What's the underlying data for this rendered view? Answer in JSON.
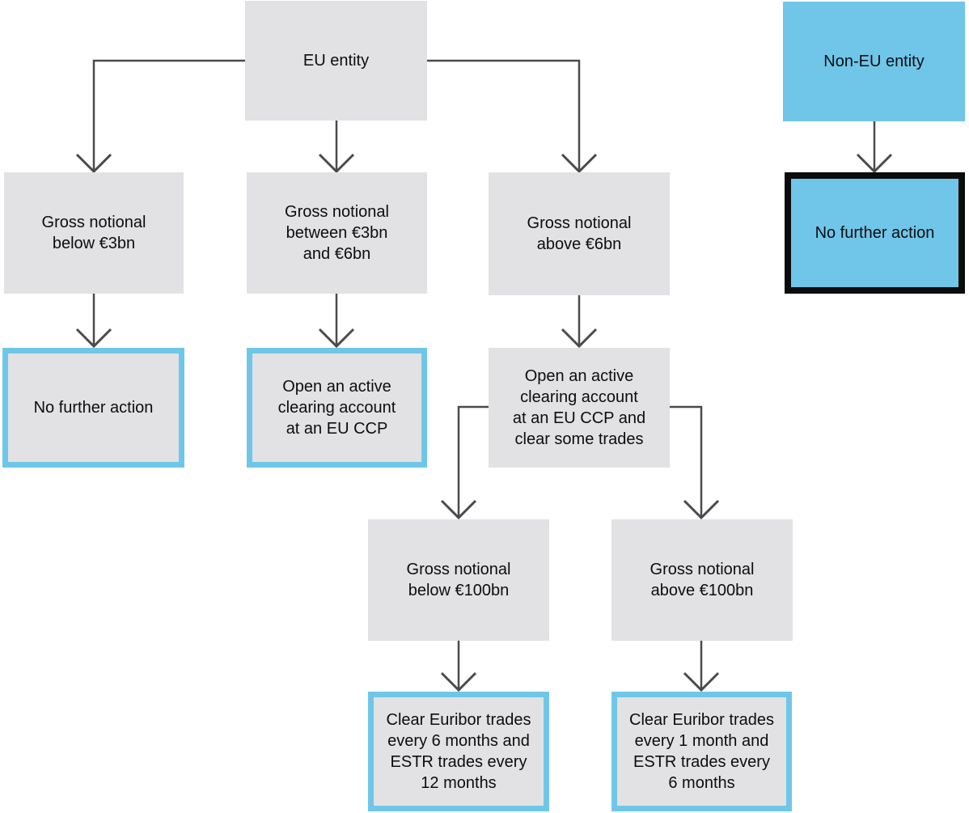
{
  "diagram": {
    "colors": {
      "box_gray": "#e2e2e4",
      "box_blue": "#6fc6e9",
      "highlight_border_blue": "#6fc6e9",
      "highlight_border_black": "#0c0c0c",
      "connector_line": "#4a4a4a",
      "text": "#0d0d0d",
      "background": "#ffffff"
    },
    "nodes": [
      {
        "id": "eu-entity",
        "label": "EU entity",
        "fill": "gray",
        "border": "none"
      },
      {
        "id": "non-eu-entity",
        "label": "Non-EU entity",
        "fill": "blue",
        "border": "none"
      },
      {
        "id": "gross-notional-below-3bn",
        "label": "Gross notional\nbelow €3bn",
        "fill": "gray",
        "border": "none"
      },
      {
        "id": "gross-notional-between-3bn-6bn",
        "label": "Gross notional\nbetween €3bn\nand €6bn",
        "fill": "gray",
        "border": "none"
      },
      {
        "id": "gross-notional-above-6bn",
        "label": "Gross notional\nabove €6bn",
        "fill": "gray",
        "border": "none"
      },
      {
        "id": "no-further-action-eu",
        "label": "No further action",
        "fill": "gray",
        "border": "blue"
      },
      {
        "id": "open-clearing-account",
        "label": "Open an active\nclearing account\nat an EU CCP",
        "fill": "gray",
        "border": "blue"
      },
      {
        "id": "open-clearing-account-clear-trades",
        "label": "Open an active\nclearing account\nat an EU CCP and\nclear some trades",
        "fill": "gray",
        "border": "none"
      },
      {
        "id": "gross-notional-below-100bn",
        "label": "Gross notional\nbelow €100bn",
        "fill": "gray",
        "border": "none"
      },
      {
        "id": "gross-notional-above-100bn",
        "label": "Gross notional\nabove €100bn",
        "fill": "gray",
        "border": "none"
      },
      {
        "id": "clear-euribor-6m-estr-12m",
        "label": "Clear Euribor trades\nevery 6 months and\nESTR trades every\n12 months",
        "fill": "gray",
        "border": "blue"
      },
      {
        "id": "clear-euribor-1m-estr-6m",
        "label": "Clear Euribor trades\nevery 1 month and\nESTR trades every\n6 months",
        "fill": "gray",
        "border": "blue"
      },
      {
        "id": "no-further-action-non-eu",
        "label": "No further action",
        "fill": "blue",
        "border": "black"
      }
    ],
    "edges": [
      {
        "from": "eu-entity",
        "to": "gross-notional-below-3bn"
      },
      {
        "from": "eu-entity",
        "to": "gross-notional-between-3bn-6bn"
      },
      {
        "from": "eu-entity",
        "to": "gross-notional-above-6bn"
      },
      {
        "from": "non-eu-entity",
        "to": "no-further-action-non-eu"
      },
      {
        "from": "gross-notional-below-3bn",
        "to": "no-further-action-eu"
      },
      {
        "from": "gross-notional-between-3bn-6bn",
        "to": "open-clearing-account"
      },
      {
        "from": "gross-notional-above-6bn",
        "to": "open-clearing-account-clear-trades"
      },
      {
        "from": "open-clearing-account-clear-trades",
        "to": "gross-notional-below-100bn"
      },
      {
        "from": "open-clearing-account-clear-trades",
        "to": "gross-notional-above-100bn"
      },
      {
        "from": "gross-notional-below-100bn",
        "to": "clear-euribor-6m-estr-12m"
      },
      {
        "from": "gross-notional-above-100bn",
        "to": "clear-euribor-1m-estr-6m"
      }
    ]
  }
}
